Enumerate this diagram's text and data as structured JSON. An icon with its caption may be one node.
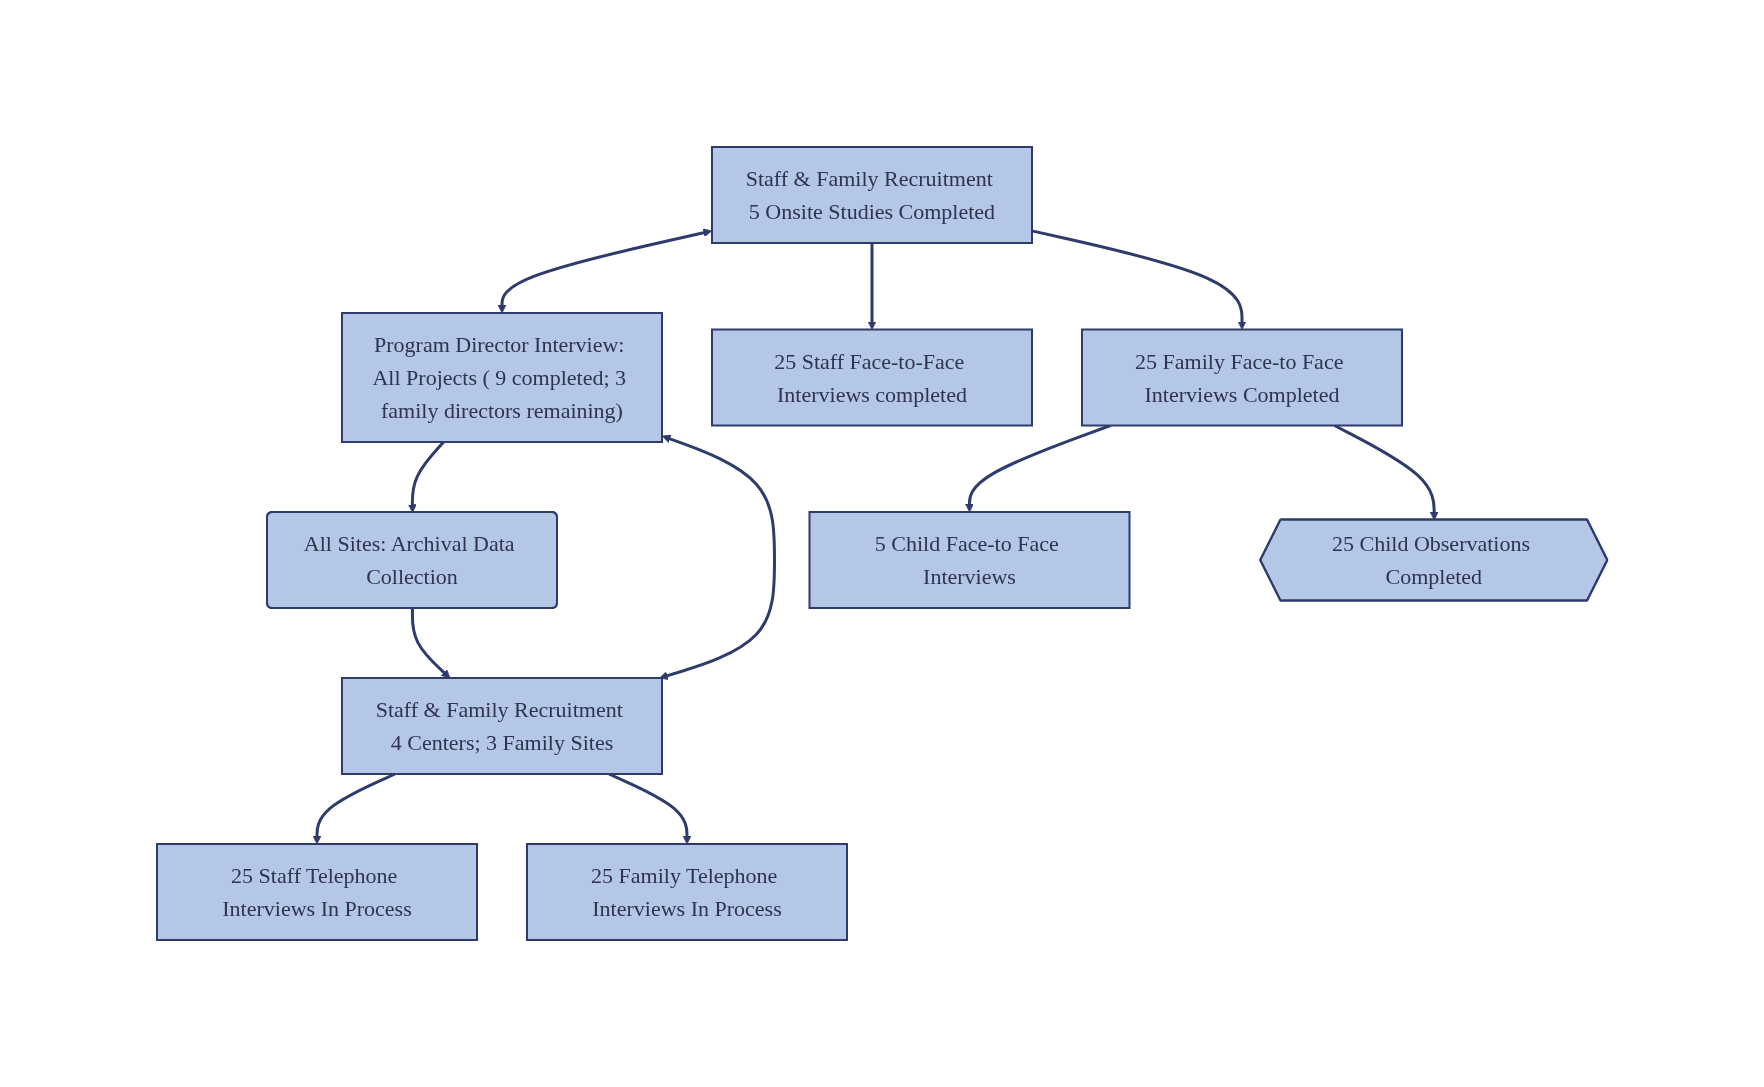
{
  "diagram": {
    "nodes": [
      {
        "text": [
          "Program Director Interview: All Projects ( 9 completed; 3 family directors remaining)"
        ]
      },
      {
        "text": [
          "All Sites: Archival Data Collection"
        ]
      },
      {
        "text": [
          "Staff & Family Recruitment 5 Onsite Studies Completed"
        ]
      },
      {
        "text": [
          "Staff & Family Recruitment 4 Centers; 3 Family Sites"
        ]
      },
      {
        "text": [
          "25 Staff Face-to-Face Interviews completed"
        ]
      },
      {
        "text": [
          "25 Family Face-to Face Interviews Completed"
        ]
      },
      {
        "text": [
          "25 Staff Telephone Interviews In Process"
        ]
      },
      {
        "text": [
          "25 Family Telephone Interviews In Process"
        ]
      },
      {
        "text": [
          "5 Child Face-to Face Interviews"
        ]
      },
      {
        "text": [
          "25 Child Observations Completed"
        ]
      }
    ],
    "edges": [
      {
        "from": 0,
        "to": 1,
        "arrow": "to"
      },
      {
        "from": 2,
        "to": 0,
        "arrow": "both"
      },
      {
        "from": 0,
        "to": 3,
        "arrow": "both"
      },
      {
        "from": 1,
        "to": 3,
        "arrow": "to"
      },
      {
        "from": 2,
        "to": 4,
        "arrow": "to"
      },
      {
        "from": 2,
        "to": 5,
        "arrow": "to"
      },
      {
        "from": 3,
        "to": 6,
        "arrow": "to"
      },
      {
        "from": 3,
        "to": 7,
        "arrow": "to"
      },
      {
        "from": 5,
        "to": 8,
        "arrow": "to"
      },
      {
        "from": 5,
        "to": 9,
        "arrow": "to"
      }
    ]
  }
}
